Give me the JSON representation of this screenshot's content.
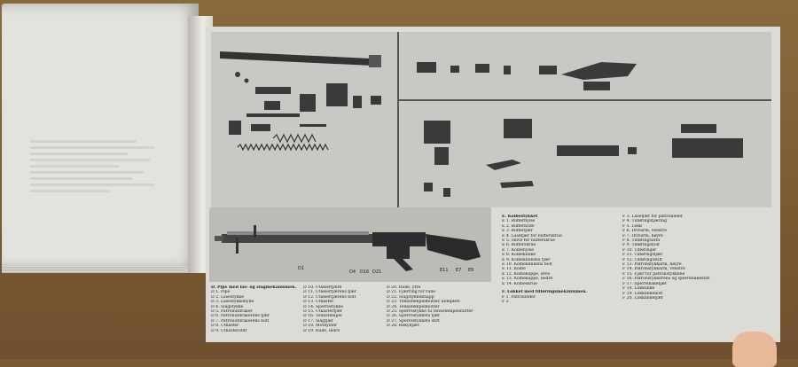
{
  "legend": {
    "col1": [
      "D. Pipe med lås- og slagmekanismen.",
      "D 1. Pipe",
      "D 2. Låsestykke",
      "D 3. Låsestykkehylle",
      "D 4. Slagstykke",
      "D 5. Patronutdraker",
      "D 6. Patronutdrakerens fjær",
      "D 7. Patronutdrakerens bolt",
      "D 8. Utkaster",
      "D 9. Utkasterstift"
    ],
    "col2": [
      "D 10. Utløserfjære",
      "D 11. Utløserfjærens fjær",
      "D 12. Utløserfjærens bolt",
      "D 13. Utkaster",
      "D 14. Sperrestykke",
      "D 15. Utkasterfjær",
      "D 16. Tennstempel",
      "D 17. Slagfjær",
      "D 18. Mothylder",
      "D 19. Rulle, indre"
    ],
    "col3": [
      "D 20. Rulle, ytre",
      "D 21. Fjærring for rulle",
      "D 22. Slagstykkeknapp",
      "D 23. Tennstempelmutter, komplett",
      "D 24. Tennstempelmutter",
      "D 25. Sperrestykke til tennstempelmutter",
      "D 26. Sperrestykkets fjær",
      "D 27. Sperrestykkets stift",
      "D 28. Rekylfjær."
    ],
    "col4_heading": "E. Kolbestykket",
    "col4": [
      "E 1. Bufferhylse",
      "E 2. Bufferhode",
      "E 3. Bufferfjær",
      "E 4. Låsefjær for bufferskrue",
      "E 5. Skive for bufferskrue",
      "E 6. Bufferskrue",
      "E 7. Kolbehylse",
      "E 8. Kolbeklinke",
      "E 9. Kolbeklinkens fjær",
      "E 10. Kolbeklinkens bolt",
      "E 11. Kolbe",
      "E 12. Kolbekappe, øvre",
      "E 13. Kolbekappe, nedre",
      "E 14. Kolbeskrue"
    ],
    "col4b_heading": "F. Lokket med tilføringsmekanismen.",
    "col4b": [
      "F 1. Patronleder",
      "F 2."
    ],
    "col5": [
      "F 3. Låsefjær for patronleder",
      "F 4. Tilføringsfjæring",
      "F 5. Lokk",
      "F 6. Drivarm, venstre",
      "F 7. Drivarm, høyre",
      "F 8. Tilføringsarm",
      "F 9. Tilføringsbolt",
      "F 10. Tilføringer",
      "F 11. Tilføringsfjær",
      "F 12. Tilføringsstift",
      "F 13. Patronstykkarm, høyre",
      "F 14. Patronstykkarm, venstre",
      "F 15. Fjær for patronstykkene",
      "F 16. Patronstykkerens og sperrebakestift",
      "F 17. Sperrebakefjær",
      "F 18. Lokklinke",
      "F 19. Lokklinkebolt",
      "F 20. Lokklinkefjær"
    ]
  },
  "gun_labels": [
    "D1",
    "D4",
    "D16",
    "D21",
    "E11",
    "E7",
    "E6"
  ]
}
